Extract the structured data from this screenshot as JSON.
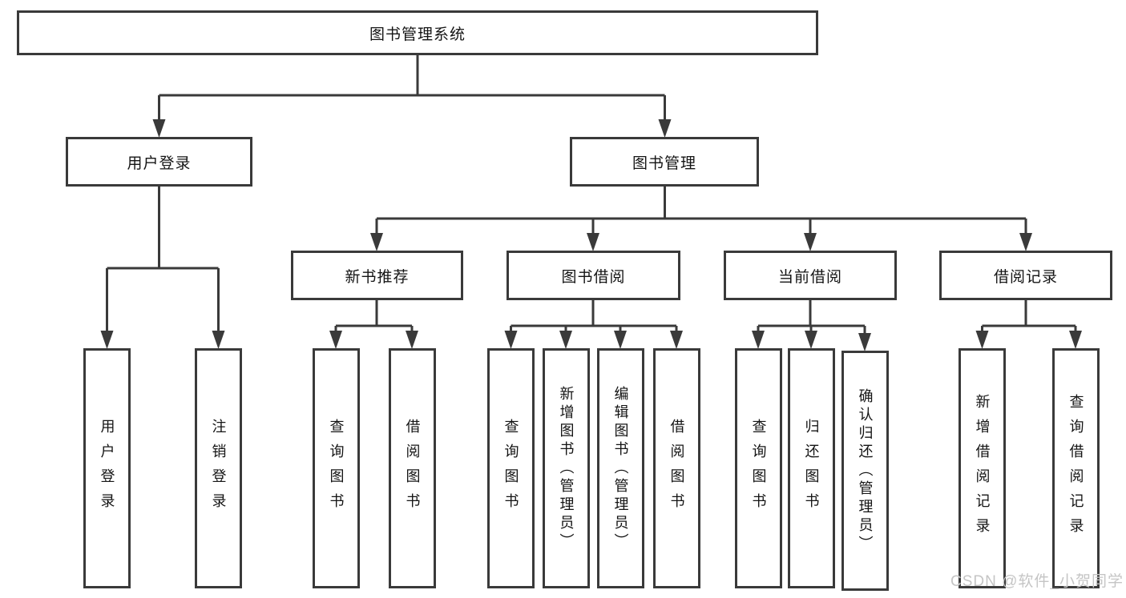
{
  "root": {
    "label": "图书管理系统"
  },
  "level2": [
    {
      "label": "用户登录"
    },
    {
      "label": "图书管理"
    }
  ],
  "level3": [
    {
      "label": "新书推荐",
      "parent": "图书管理"
    },
    {
      "label": "图书借阅",
      "parent": "图书管理"
    },
    {
      "label": "当前借阅",
      "parent": "图书管理"
    },
    {
      "label": "借阅记录",
      "parent": "图书管理"
    }
  ],
  "leaves": [
    {
      "label": "用户登录",
      "parent": "用户登录"
    },
    {
      "label": "注销登录",
      "parent": "用户登录"
    },
    {
      "label": "查询图书",
      "parent": "新书推荐"
    },
    {
      "label": "借阅图书",
      "parent": "新书推荐"
    },
    {
      "label": "查询图书",
      "parent": "图书借阅"
    },
    {
      "label": "新增图书（管理员）",
      "parent": "图书借阅"
    },
    {
      "label": "编辑图书（管理员）",
      "parent": "图书借阅"
    },
    {
      "label": "借阅图书",
      "parent": "图书借阅"
    },
    {
      "label": "查询图书",
      "parent": "当前借阅"
    },
    {
      "label": "归还图书",
      "parent": "当前借阅"
    },
    {
      "label": "确认归还（管理员）",
      "parent": "当前借阅"
    },
    {
      "label": "新增借阅记录",
      "parent": "借阅记录"
    },
    {
      "label": "查询借阅记录",
      "parent": "借阅记录"
    }
  ],
  "watermark": "CSDN @软件_小贺同学",
  "colors": {
    "line": "#3a3a3a",
    "text": "#141414",
    "watermark": "#c5c5c5",
    "background": "#ffffff"
  }
}
